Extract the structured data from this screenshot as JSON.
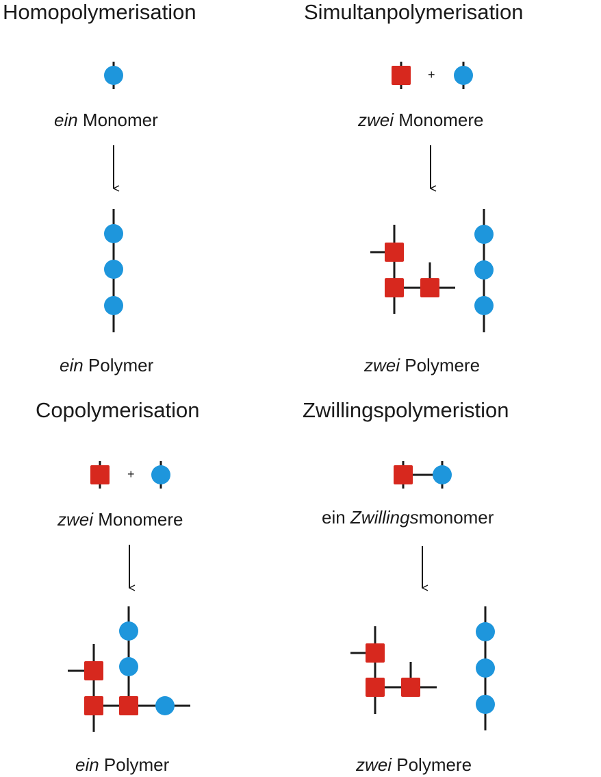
{
  "panels": {
    "homo": {
      "title": "Homopolymerisation",
      "monomer_italic": "ein",
      "monomer_rest": " Monomer",
      "polymer_italic": "ein",
      "polymer_rest": " Polymer"
    },
    "simultan": {
      "title": "Simultanpolymerisation",
      "plus": "+",
      "monomer_italic": "zwei",
      "monomer_rest": " Monomere",
      "polymer_italic": "zwei",
      "polymer_rest": " Polymere"
    },
    "copoly": {
      "title": "Copolymerisation",
      "plus": "+",
      "monomer_italic": "zwei",
      "monomer_rest": " Monomere",
      "polymer_italic": "ein",
      "polymer_rest": " Polymer"
    },
    "zwilling": {
      "title": "Zwillingspolymeristion",
      "monomer_pre": "ein ",
      "monomer_italic": "Zwillings",
      "monomer_rest": "monomer",
      "polymer_italic": "zwei",
      "polymer_rest": " Polymere"
    }
  },
  "colors": {
    "circle": "#1e96dc",
    "square": "#d7281e",
    "bond": "#1a1a1a"
  }
}
